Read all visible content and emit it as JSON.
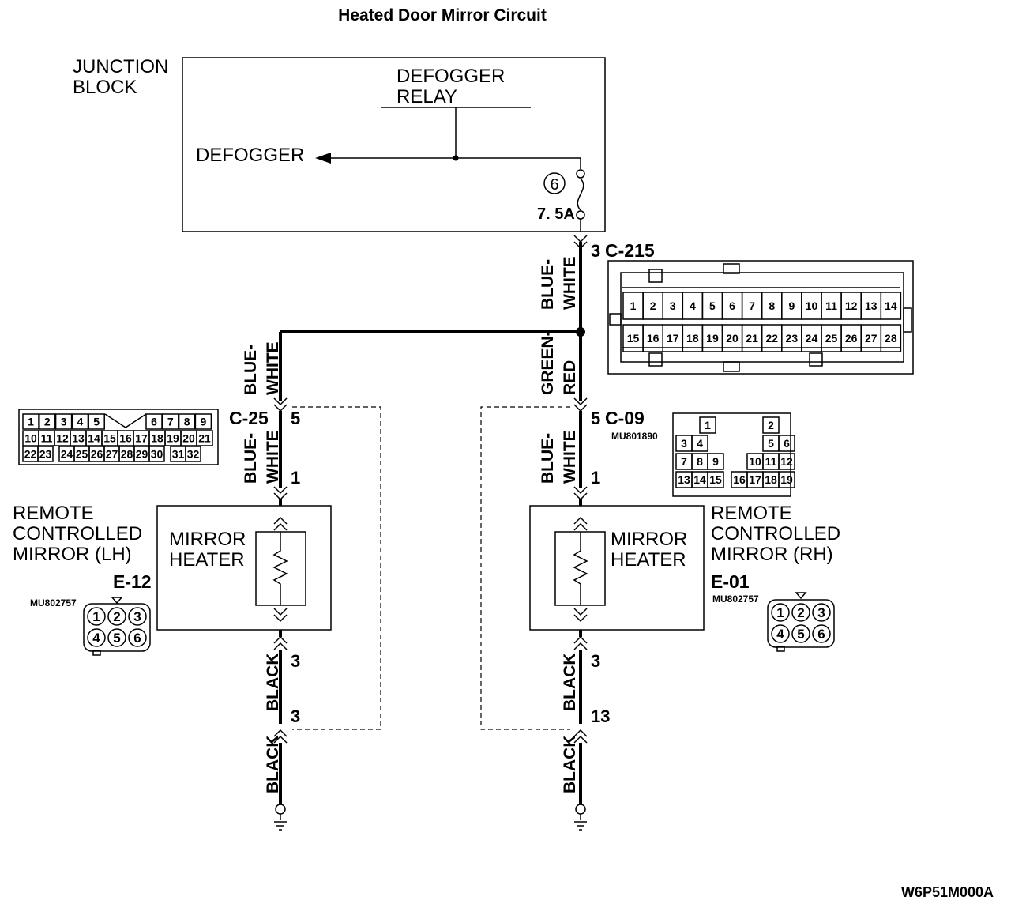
{
  "title": "Heated Door Mirror Circuit",
  "figure_code": "W6P51M000A",
  "junction_block": {
    "label_line1": "JUNCTION",
    "label_line2": "BLOCK",
    "relay_line1": "DEFOGGER",
    "relay_line2": "RELAY",
    "defogger": "DEFOGGER",
    "fuse_number": "6",
    "fuse_rating": "7. 5A"
  },
  "connectors": {
    "c215": {
      "id": "C-215",
      "pin": "3",
      "row1": [
        "1",
        "2",
        "3",
        "4",
        "5",
        "6",
        "7",
        "8",
        "9",
        "10",
        "11",
        "12",
        "13",
        "14"
      ],
      "row2": [
        "15",
        "16",
        "17",
        "18",
        "19",
        "20",
        "21",
        "22",
        "23",
        "24",
        "25",
        "26",
        "27",
        "28"
      ]
    },
    "c25": {
      "id": "C-25",
      "pin": "5",
      "row1": [
        "1",
        "2",
        "3",
        "4",
        "5",
        "",
        "",
        "6",
        "7",
        "8",
        "9"
      ],
      "row2": [
        "10",
        "11",
        "12",
        "13",
        "14",
        "15",
        "16",
        "17",
        "18",
        "19",
        "20",
        "21"
      ],
      "row3": [
        "22",
        "23",
        "",
        "24",
        "25",
        "26",
        "27",
        "28",
        "29",
        "30",
        "",
        "31",
        "32"
      ]
    },
    "c09": {
      "id": "C-09",
      "pin": "5",
      "part_no": "MU801890",
      "cells": [
        "1",
        "2",
        "3",
        "4",
        "5",
        "6",
        "7",
        "8",
        "9",
        "10",
        "11",
        "12",
        "13",
        "14",
        "15",
        "16",
        "17",
        "18",
        "19"
      ]
    },
    "e12": {
      "id": "E-12",
      "part_no": "MU802757",
      "pins": [
        "1",
        "2",
        "3",
        "4",
        "5",
        "6"
      ]
    },
    "e01": {
      "id": "E-01",
      "part_no": "MU802757",
      "pins": [
        "1",
        "2",
        "3",
        "4",
        "5",
        "6"
      ]
    }
  },
  "wires": {
    "main_upper": [
      "BLUE-",
      "WHITE"
    ],
    "left_upper": [
      "BLUE-",
      "WHITE"
    ],
    "left_mid": [
      "BLUE-",
      "WHITE"
    ],
    "right_upper": [
      "GREEN-",
      "RED"
    ],
    "right_mid": [
      "BLUE-",
      "WHITE"
    ],
    "left_lower1": "BLACK",
    "left_lower2": "BLACK",
    "right_lower1": "BLACK",
    "right_lower2": "BLACK"
  },
  "pins": {
    "lh_in": "1",
    "lh_out": "3",
    "lh_gnd": "3",
    "rh_in": "1",
    "rh_out": "3",
    "rh_gnd": "13"
  },
  "mirror_lh": {
    "line1": "REMOTE",
    "line2": "CONTROLLED",
    "line3": "MIRROR (LH)",
    "heater_line1": "MIRROR",
    "heater_line2": "HEATER"
  },
  "mirror_rh": {
    "line1": "REMOTE",
    "line2": "CONTROLLED",
    "line3": "MIRROR (RH)",
    "heater_line1": "MIRROR",
    "heater_line2": "HEATER"
  }
}
